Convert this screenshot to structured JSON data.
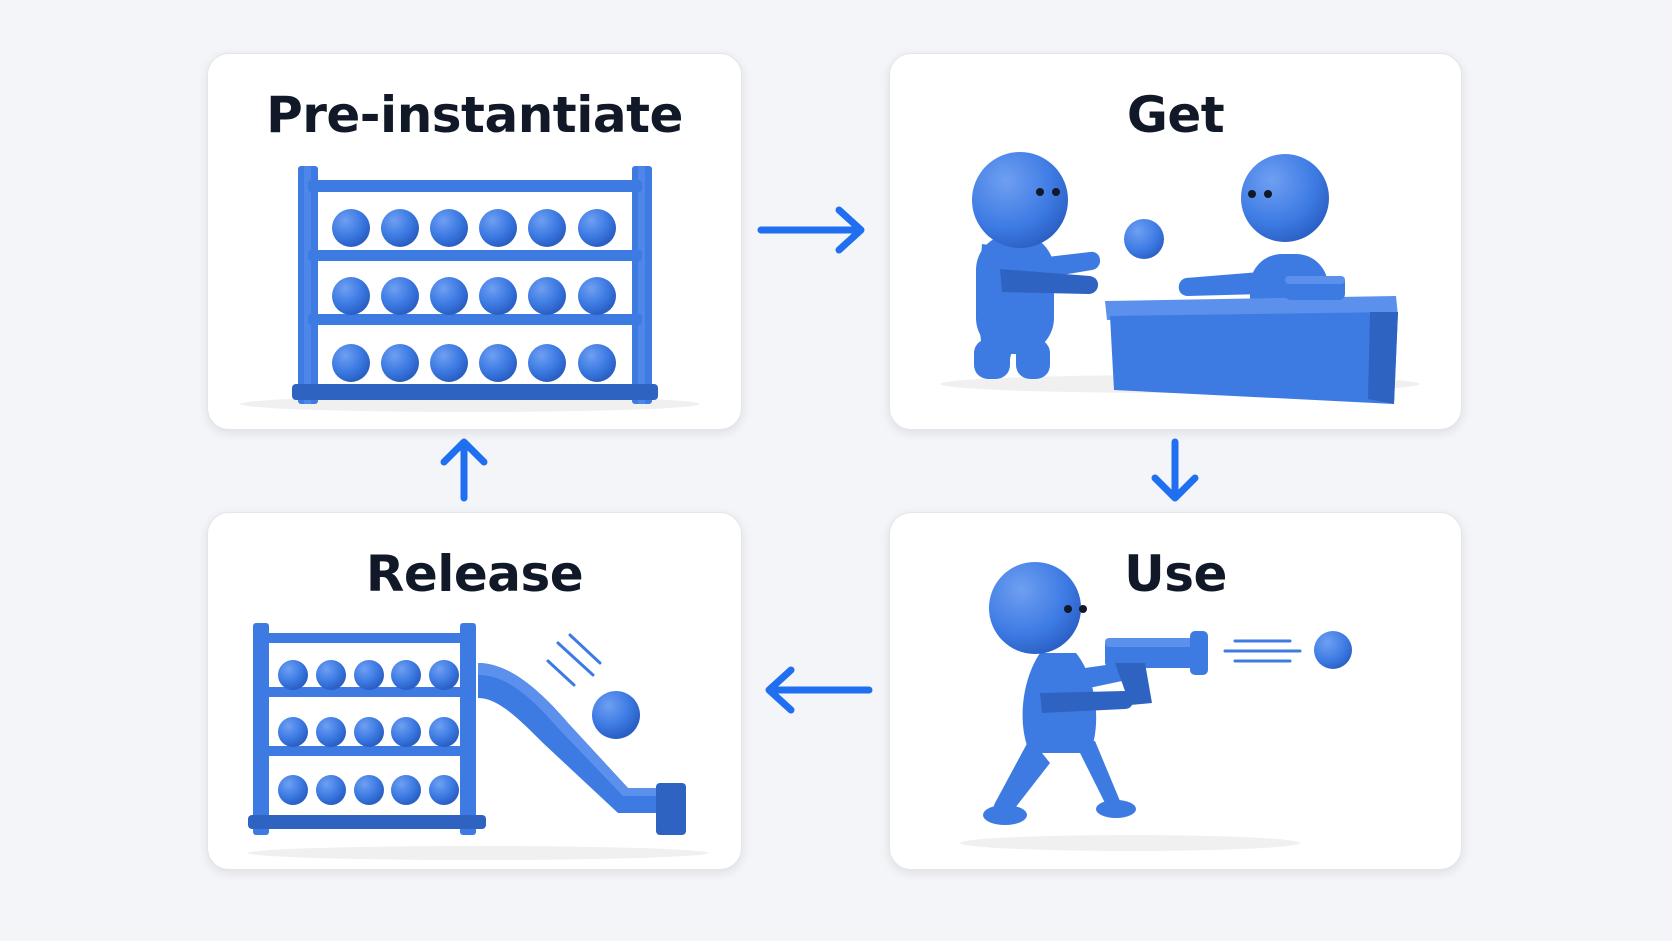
{
  "colors": {
    "background": "#f4f5f8",
    "card": "#ffffff",
    "accent": "#1f6ff0",
    "figure": "#3d7be3",
    "figure_shade": "#2e63c2",
    "title": "#111827"
  },
  "steps": [
    {
      "id": "preinstantiate",
      "title": "Pre-instantiate",
      "icon": "ball-rack-icon"
    },
    {
      "id": "get",
      "title": "Get",
      "icon": "hand-over-object-icon"
    },
    {
      "id": "use",
      "title": "Use",
      "icon": "shooter-icon"
    },
    {
      "id": "release",
      "title": "Release",
      "icon": "rack-with-slide-icon"
    }
  ]
}
